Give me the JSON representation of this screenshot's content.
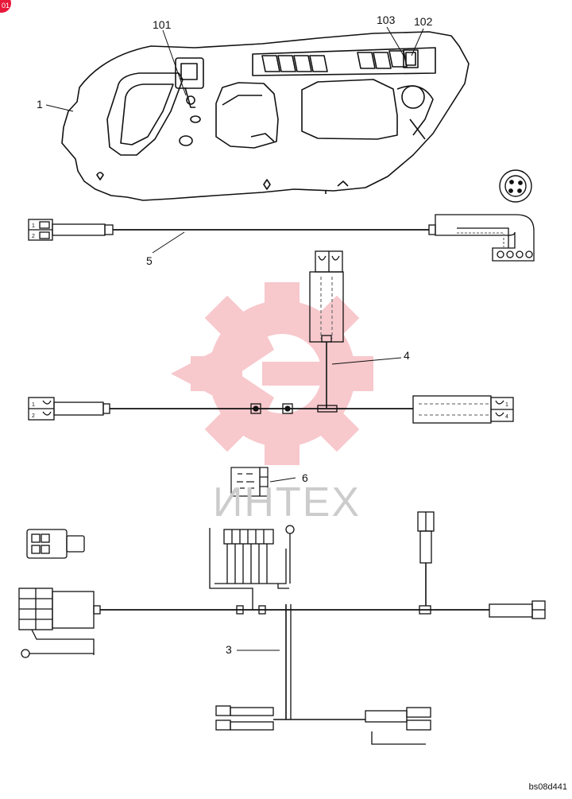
{
  "callouts": [
    {
      "id": "1",
      "text": "1"
    },
    {
      "id": "101",
      "text": "101"
    },
    {
      "id": "102",
      "text": "102"
    },
    {
      "id": "103",
      "text": "103"
    },
    {
      "id": "5",
      "text": "5"
    },
    {
      "id": "4",
      "text": "4"
    },
    {
      "id": "6",
      "text": "6"
    },
    {
      "id": "3",
      "text": "3"
    }
  ],
  "connector_pins": {
    "harness5_left": [
      "1",
      "2"
    ],
    "harness4_left": [
      "1",
      "2"
    ],
    "harness4_right": [
      "1",
      "4"
    ]
  },
  "watermark": {
    "text": "ИНТЕХ",
    "color": "#f4a7ad"
  },
  "corner_badge": "01",
  "drawing_code": "bs08d441"
}
